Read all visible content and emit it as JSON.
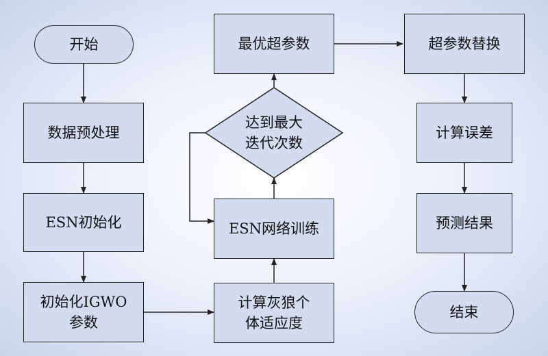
{
  "nodes": {
    "start": "开始",
    "preprocess": "数据预处理",
    "esn_init": "ESN初始化",
    "igwo_init": [
      "初始化IGWO",
      "参数"
    ],
    "fitness": [
      "计算灰狼个",
      "体适应度"
    ],
    "esn_train": "ESN网络训练",
    "max_iter": [
      "达到最大",
      "迭代次数"
    ],
    "best_param": "最优超参数",
    "replace": "超参数替换",
    "error": "计算误差",
    "predict": "预测结果",
    "end": "结束"
  }
}
